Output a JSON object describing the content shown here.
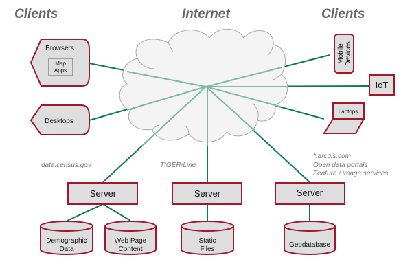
{
  "headers": {
    "left": "Clients",
    "center": "Internet",
    "right": "Clients"
  },
  "clients_left": {
    "browsers": {
      "label": "Browsers",
      "inner_label": [
        "Map",
        "Apps"
      ]
    },
    "desktops": {
      "label": "Desktops"
    }
  },
  "clients_right": {
    "mobile": {
      "label": [
        "Mobile",
        "Devices"
      ]
    },
    "iot": {
      "label": "IoT"
    },
    "laptops": {
      "label": "Laptops"
    }
  },
  "servers": [
    {
      "label": "Server",
      "note": [
        "data.census.gov"
      ],
      "stores": [
        [
          "Demographic",
          "Data"
        ],
        [
          "Web Page",
          "Content"
        ]
      ]
    },
    {
      "label": "Server",
      "note": [
        "TIGER/Line"
      ],
      "stores": [
        [
          "Static",
          "Files"
        ]
      ]
    },
    {
      "label": "Server",
      "note": [
        "*.arcgis.com",
        "Open data portals",
        "Feature / image services"
      ],
      "stores": [
        [
          "Geodatabase"
        ]
      ]
    }
  ],
  "colors": {
    "box_fill": "#dedede",
    "box_stroke": "#a0182f",
    "connector": "#0d7a56",
    "connector_in_cloud": "#7fb8a3",
    "cloud_fill": "#f4f4f4",
    "header_text": "#666666",
    "note_text": "#777777"
  }
}
